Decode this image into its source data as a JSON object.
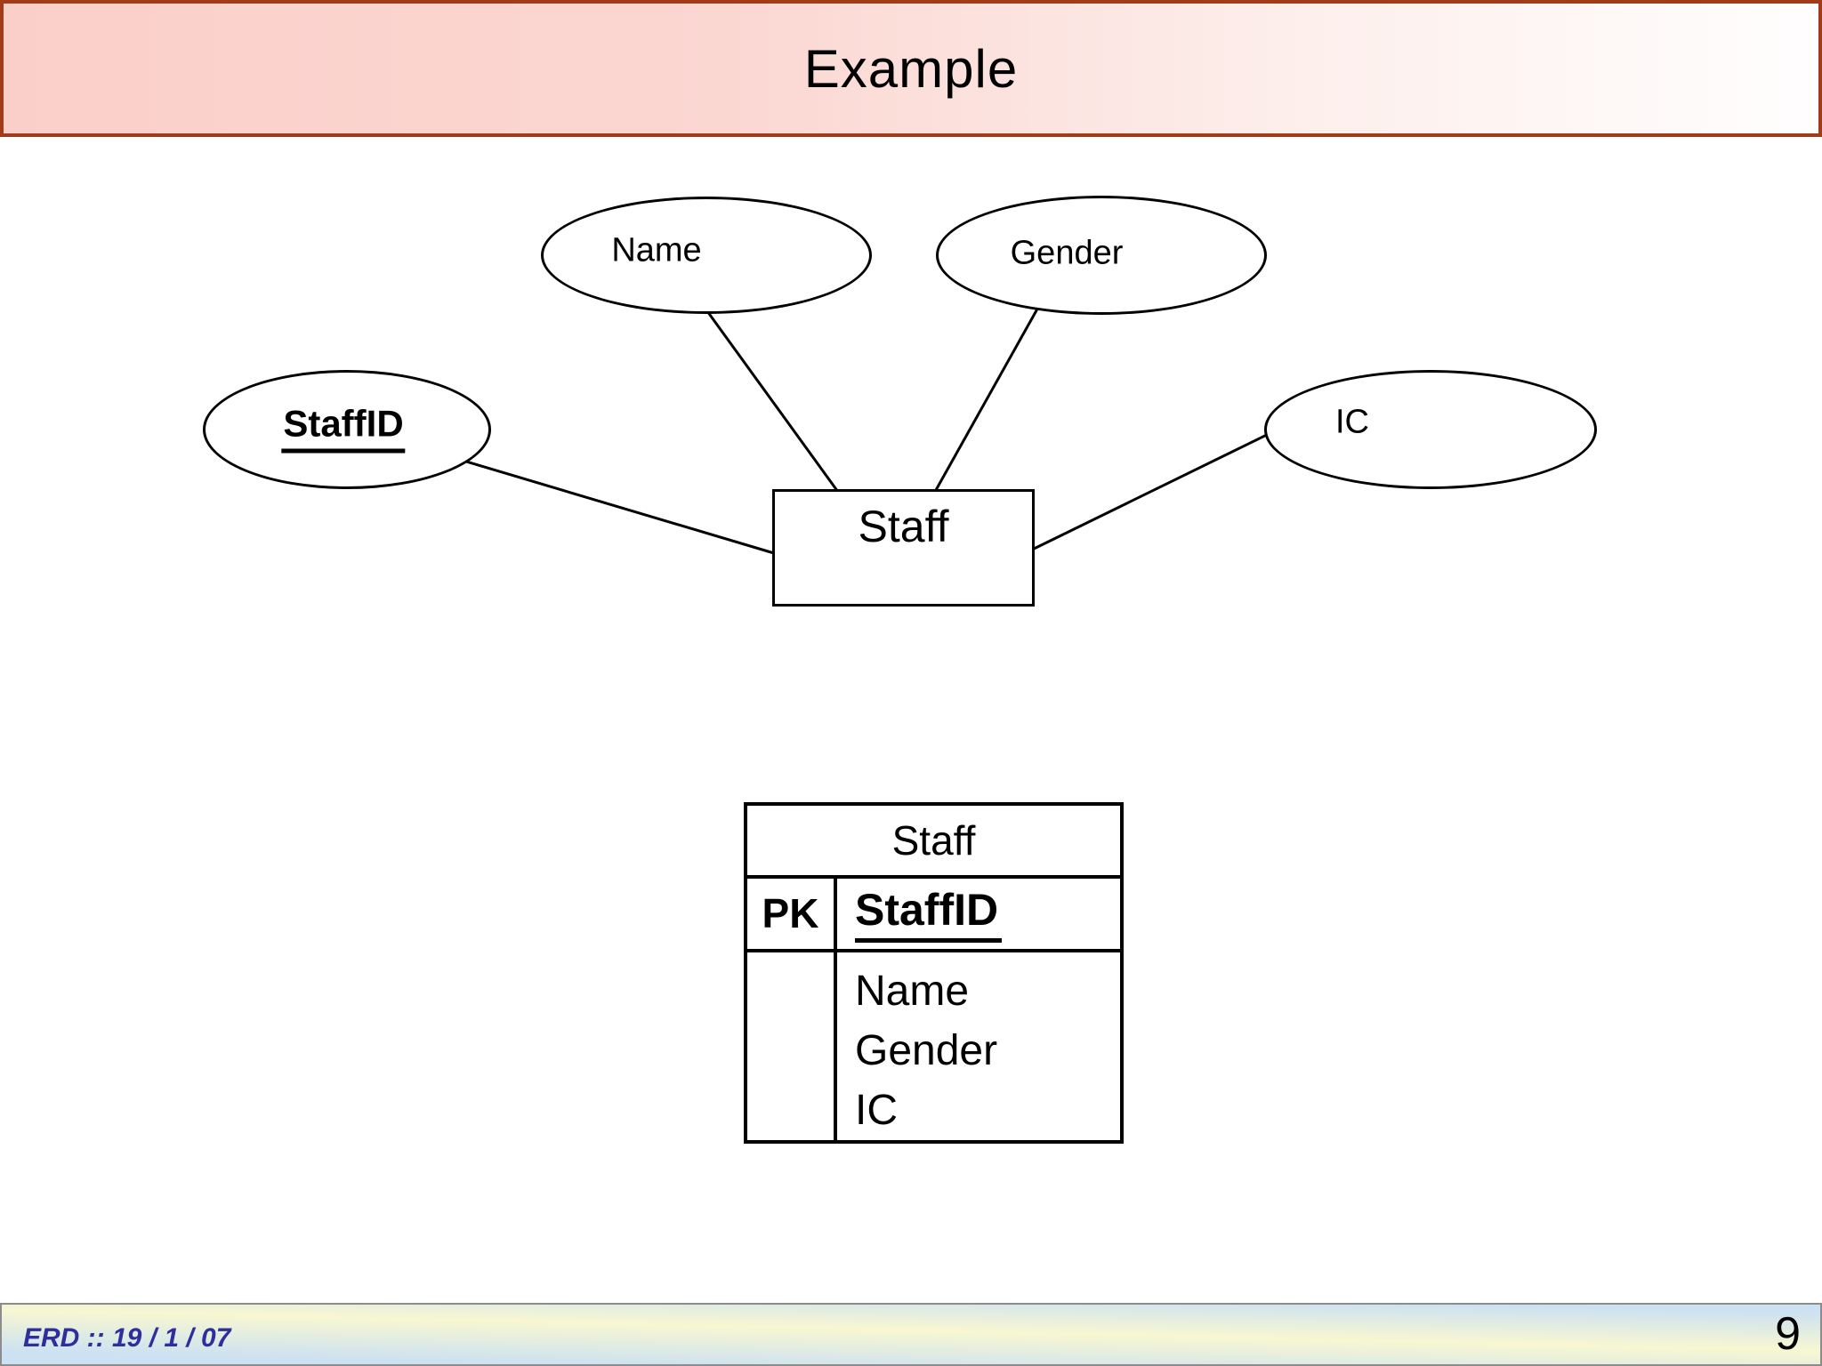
{
  "slide": {
    "title": "Example",
    "footer_text": "ERD :: 19 / 1 / 07",
    "page_number": "9"
  },
  "diagram": {
    "entity": {
      "label": "Staff"
    },
    "attributes": [
      {
        "label": "StaffID",
        "is_primary_key": true
      },
      {
        "label": "Name",
        "is_primary_key": false
      },
      {
        "label": "Gender",
        "is_primary_key": false
      },
      {
        "label": "IC",
        "is_primary_key": false
      }
    ]
  },
  "table": {
    "title": "Staff",
    "key_column_label": "PK",
    "primary_key_field": "StaffID",
    "fields": [
      "Name",
      "Gender",
      "IC"
    ]
  },
  "colors": {
    "title_border": "#a23b18",
    "title_gradient_start": "#fbcfc9",
    "title_gradient_end": "#fffefe",
    "diagram_stroke": "#000000",
    "footer_border": "#8c8c8c",
    "footer_blue": "#cce1f2",
    "footer_yellow": "#f8f7d1",
    "footer_text_color": "#2e2e9c"
  }
}
